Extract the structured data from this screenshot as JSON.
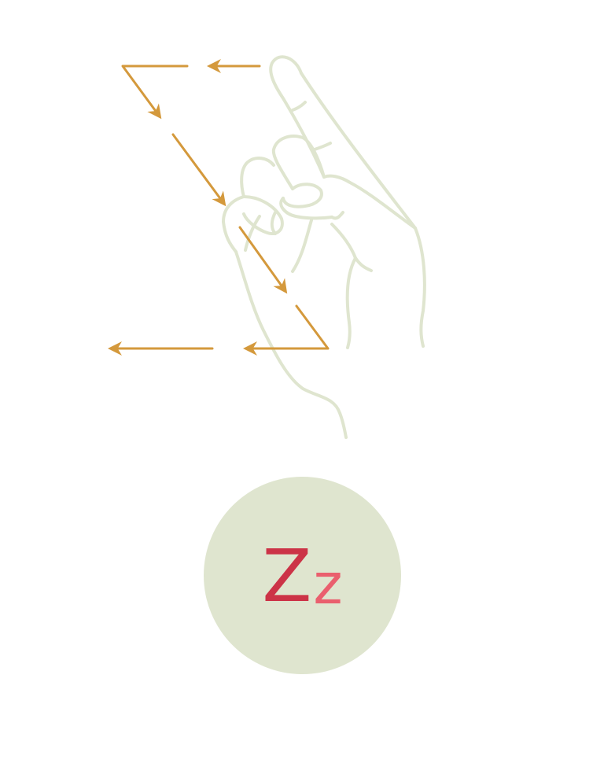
{
  "letter": {
    "uppercase": "Z",
    "lowercase": "z"
  },
  "colors": {
    "hand_outline": "#dfe5cf",
    "arrow": "#d4993c",
    "badge_fill": "#dfe5cf",
    "uppercase_letter": "#cc3347",
    "lowercase_letter": "#ea5f6e"
  },
  "icons": {
    "hand": "index-finger-pointing-hand-icon",
    "motion": "z-shaped-motion-arrows"
  }
}
